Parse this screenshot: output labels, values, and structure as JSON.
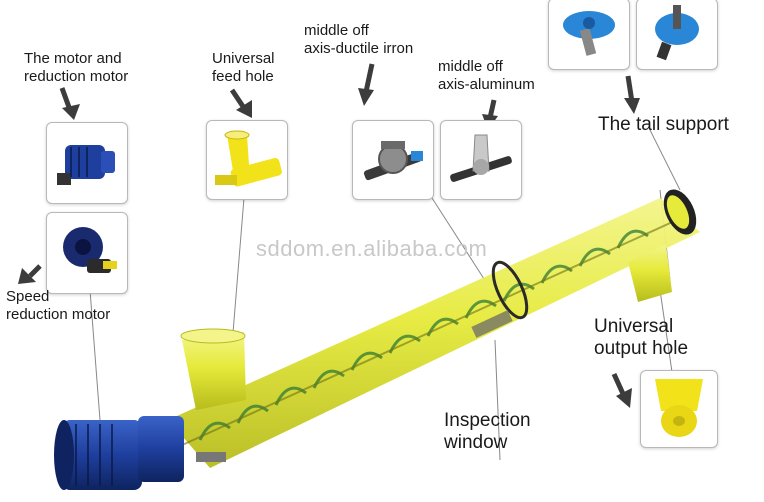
{
  "labels": {
    "motor": "The motor and\nreduction motor",
    "feed": "Universal\nfeed hole",
    "ductile": "middle off\naxis-ductile irron",
    "aluminum": "middle off\naxis-aluminum",
    "tail": "The tail support",
    "speed": "Speed\nreduction motor",
    "output": "Universal\noutput hole",
    "inspection": "Inspection\nwindow"
  },
  "watermark": "sddom.en.alibaba.com",
  "colors": {
    "tube": "#e6ea3a",
    "tube_dark": "#b7bc1c",
    "flight": "#2f7a32",
    "motor": "#1f3f9e",
    "motor_dark": "#0e235f",
    "arrow": "#3c3c3c",
    "part_blue": "#2a86d6",
    "part_yellow": "#f2e21a"
  },
  "icons": {
    "pointer_arrows": "arrow-icon",
    "parts": [
      "motor-icon",
      "feed-hole-icon",
      "bearing-icon",
      "tail-support-icon",
      "output-hole-icon"
    ]
  }
}
